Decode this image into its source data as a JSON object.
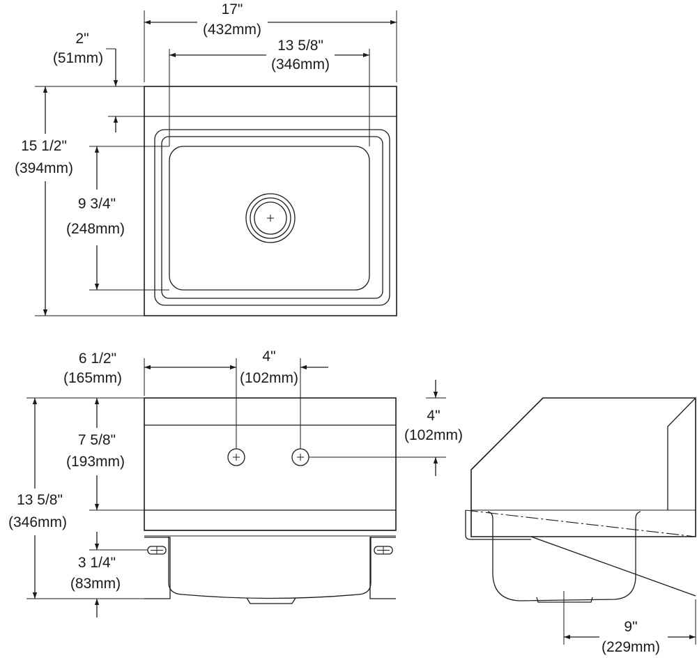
{
  "top_view": {
    "overall_width": {
      "imperial": "17\"",
      "metric": "(432mm)"
    },
    "bowl_width": {
      "imperial": "13 5/8\"",
      "metric": "(346mm)"
    },
    "deck_depth": {
      "imperial": "2\"",
      "metric": "(51mm)"
    },
    "overall_depth": {
      "imperial": "15 1/2\"",
      "metric": "(394mm)"
    },
    "bowl_depth": {
      "imperial": "9 3/4\"",
      "metric": "(248mm)"
    }
  },
  "front_view": {
    "faucet_offset": {
      "imperial": "6 1/2\"",
      "metric": "(165mm)"
    },
    "faucet_spacing": {
      "imperial": "4\"",
      "metric": "(102mm)"
    },
    "faucet_height": {
      "imperial": "4\"",
      "metric": "(102mm)"
    },
    "splash_height": {
      "imperial": "7 5/8\"",
      "metric": "(193mm)"
    },
    "overall_height": {
      "imperial": "13 5/8\"",
      "metric": "(346mm)"
    },
    "bracket_height": {
      "imperial": "3 1/4\"",
      "metric": "(83mm)"
    }
  },
  "side_view": {
    "bowl_projection": {
      "imperial": "9\"",
      "metric": "(229mm)"
    }
  }
}
